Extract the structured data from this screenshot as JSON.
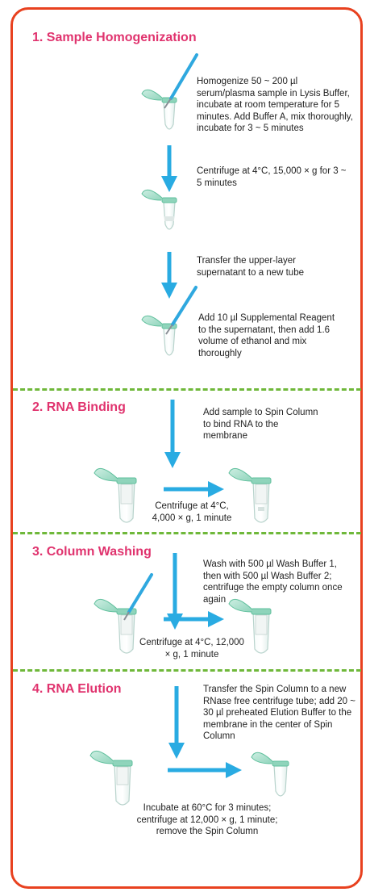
{
  "colors": {
    "border": "#e8411f",
    "heading": "#e0336e",
    "divider": "#6fb83a",
    "arrow": "#29abe2",
    "tube_outline": "#6fcaa8",
    "pipette": "#2fa8df"
  },
  "sections": [
    {
      "title": "1. Sample Homogenization",
      "steps": [
        "Homogenize 50 ~ 200 µl serum/plasma sample in Lysis Buffer, incubate at room temperature for 5 minutes. Add Buffer A, mix thoroughly, incubate for 3 ~ 5 minutes",
        "Centrifuge at 4°C, 15,000 × g for 3 ~ 5 minutes",
        "Transfer the upper-layer supernatant to a new tube",
        "Add 10 µl Supplemental Reagent to the supernatant, then add 1.6 volume of ethanol and mix thoroughly"
      ]
    },
    {
      "title": "2. RNA Binding",
      "steps": [
        "Add sample to Spin Column to bind RNA to the membrane",
        "Centrifuge at 4°C, 4,000 × g, 1 minute"
      ]
    },
    {
      "title": "3. Column Washing",
      "steps": [
        "Wash with 500 µl Wash Buffer 1, then with 500 µl Wash Buffer 2; centrifuge the empty column once again",
        "Centrifuge at 4°C, 12,000 × g, 1 minute"
      ]
    },
    {
      "title": "4. RNA Elution",
      "steps": [
        "Transfer the Spin Column to a new RNase free centrifuge tube; add 20 ~ 30 µl preheated Elution Buffer to the membrane in the center of Spin Column",
        "Incubate at 60°C for 3 minutes; centrifuge at 12,000 × g, 1 minute; remove the Spin Column"
      ]
    }
  ]
}
